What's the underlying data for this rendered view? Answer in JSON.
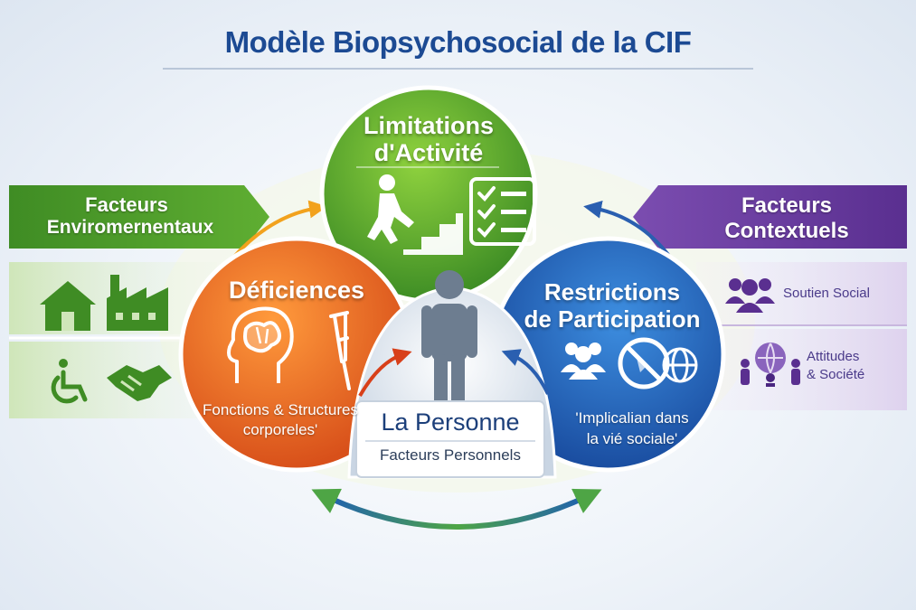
{
  "title": "Modèle Biopsychosocial de la CIF",
  "activity": {
    "title_line1": "Limitations",
    "title_line2": "d'Activité"
  },
  "impairments": {
    "title": "Déficiences",
    "sub_line1": "Fonctions & Structures",
    "sub_line2": "corporeles'"
  },
  "participation": {
    "title_line1": "Restrictions",
    "title_line2": "de Participation",
    "sub_line1": "'Implicalian dans",
    "sub_line2": "la vié sociale'"
  },
  "person": {
    "title": "La Personne",
    "subtitle": "Facteurs Personnels"
  },
  "environmental": {
    "title_line1": "Facteurs",
    "title_line2": "Enviromernentaux"
  },
  "contextual": {
    "title_line1": "Facteurs",
    "title_line2": "Contextuels",
    "items": [
      {
        "label": "Soutien Social"
      },
      {
        "label_line1": "Attitudes",
        "label_line2": "& Société"
      }
    ]
  },
  "colors": {
    "title": "#1c4a93",
    "green": "#4e9e2c",
    "orange": "#ea6a1c",
    "blue": "#1f5fb3",
    "purple": "#6a3fa0",
    "person": "#6d7d90"
  }
}
